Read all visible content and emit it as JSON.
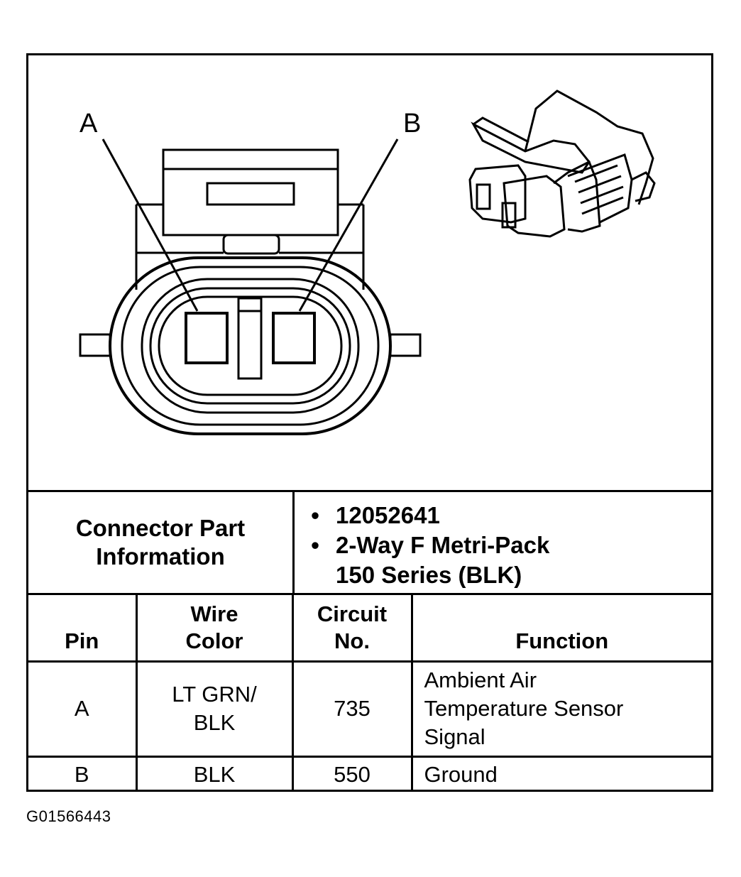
{
  "diagram": {
    "pin_labels": [
      "A",
      "B"
    ]
  },
  "info": {
    "left_title_line1": "Connector Part",
    "left_title_line2": "Information",
    "bullets": [
      "12052641",
      "2-Way F Metri-Pack"
    ],
    "bullet_continuation": "150 Series (BLK)",
    "bullet_char": "•"
  },
  "table": {
    "headers": {
      "pin": "Pin",
      "wire_color_line1": "Wire",
      "wire_color_line2": "Color",
      "circuit_line1": "Circuit",
      "circuit_line2": "No.",
      "function": "Function"
    },
    "rows": [
      {
        "pin": "A",
        "wire_color_line1": "LT GRN/",
        "wire_color_line2": "BLK",
        "circuit": "735",
        "function_line1": "Ambient Air",
        "function_line2": "Temperature Sensor",
        "function_line3": "Signal"
      },
      {
        "pin": "B",
        "wire_color": "BLK",
        "circuit": "550",
        "function": "Ground"
      }
    ]
  },
  "figure_id": "G01566443"
}
